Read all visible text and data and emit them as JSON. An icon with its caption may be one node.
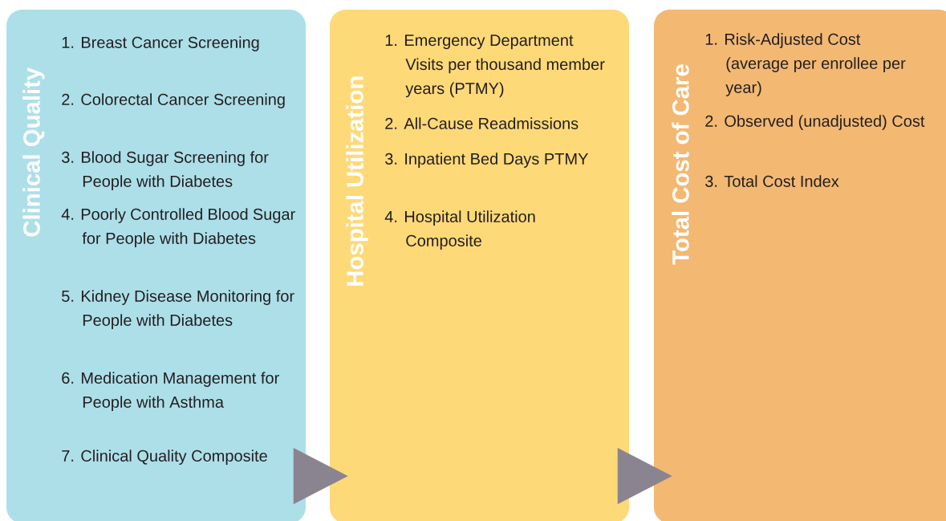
{
  "diagram": {
    "nodes": [
      {
        "text": [
          "Clinical Quality",
          "1. Breast Cancer Screening",
          "2. Colorectal Cancer Screening",
          "3. Blood Sugar Screening for People with Diabetes",
          "4. Poorly Controlled Blood Sugar for People with Diabetes",
          "5. Kidney Disease Monitoring for People with Diabetes",
          "6. Medication Management for People with Asthma",
          "7. Clinical Quality Composite"
        ]
      },
      {
        "text": [
          "Hospital Utilization",
          "1. Emergency Department Visits per thousand member years (PTMY)",
          "2. All-Cause Readmissions",
          "3. Inpatient Bed Days PTMY",
          "4. Hospital Utilization Composite"
        ]
      },
      {
        "text": [
          "Total Cost of Care",
          "1. Risk-Adjusted Cost (average per enrollee per year)",
          "2. Observed (unadjusted) Cost",
          "3. Total Cost Index"
        ]
      }
    ],
    "edges": [
      {
        "from": 0,
        "to": 1,
        "arrow": "to"
      },
      {
        "from": 1,
        "to": 2,
        "arrow": "to"
      }
    ]
  }
}
